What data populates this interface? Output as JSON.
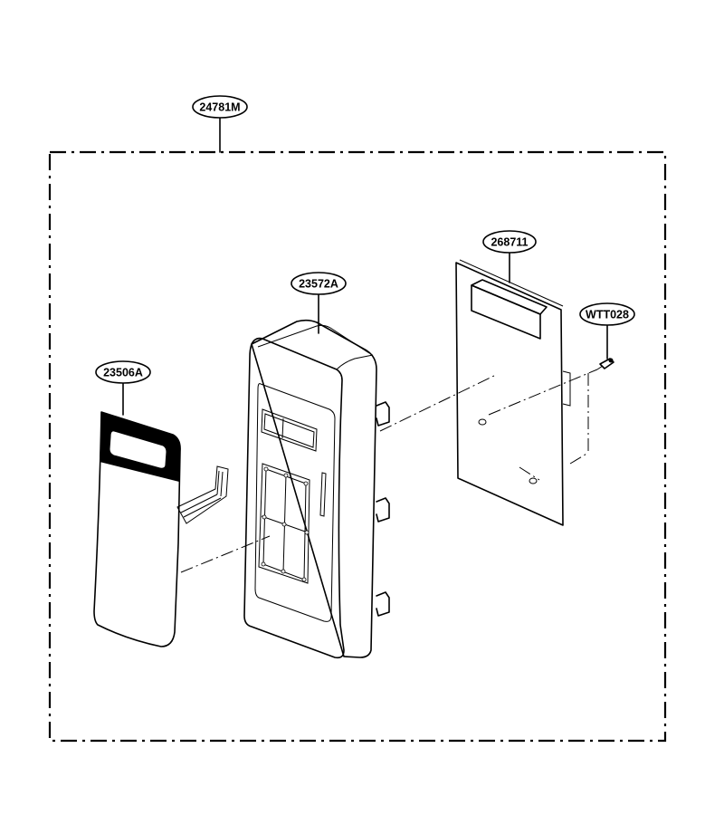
{
  "parts": {
    "assembly": "24781M",
    "frame": "23572A",
    "membrane": "23506A",
    "pcb": "268711",
    "screw": "WTT028"
  }
}
